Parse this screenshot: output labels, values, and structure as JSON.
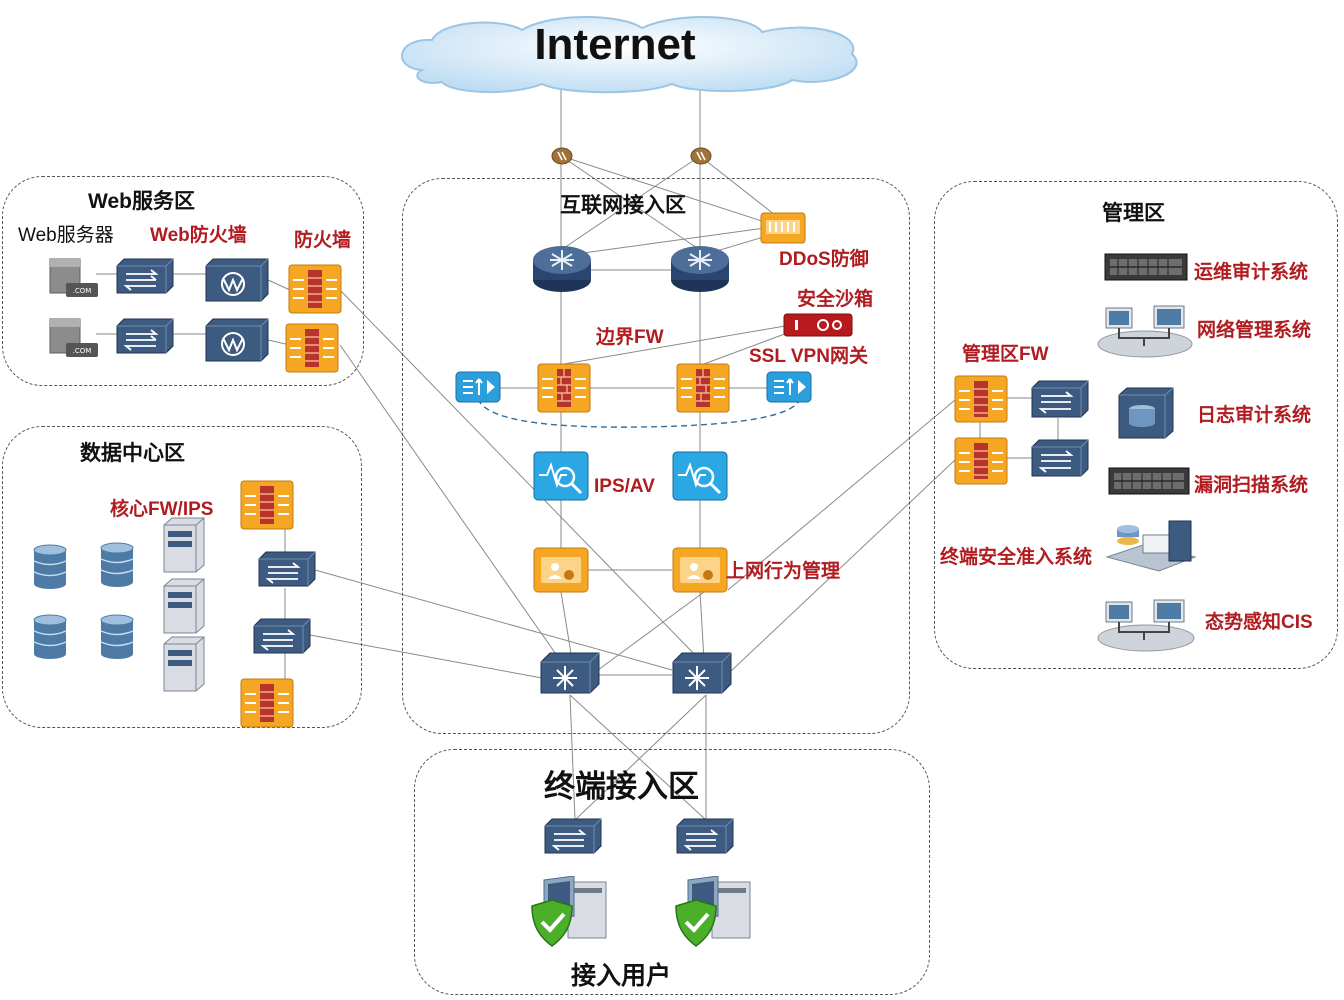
{
  "internet": {
    "label": "Internet"
  },
  "zones": {
    "web": {
      "title": "Web服务区",
      "server_label": "Web服务器",
      "waf_label": "Web防火墙",
      "fw_label": "防火墙",
      "server_badge": ".COM"
    },
    "dc": {
      "title": "数据中心区",
      "fw_ips_label": "核心FW/IPS"
    },
    "access": {
      "title": "互联网接入区",
      "ddos_label": "DDoS防御",
      "sandbox_label": "安全沙箱",
      "sslvpn_label": "SSL VPN网关",
      "border_fw_label": "边界FW",
      "ips_av_label": "IPS/AV",
      "behavior_label": "上网行为管理"
    },
    "mgmt": {
      "title": "管理区",
      "fw_label": "管理区FW",
      "systems": [
        "运维审计系统",
        "网络管理系统",
        "日志审计系统",
        "漏洞扫描系统",
        "终端安全准入系统",
        "态势感知CIS"
      ]
    },
    "terminal": {
      "title": "终端接入区",
      "users_label": "接入用户"
    }
  },
  "colors": {
    "firewall": "#f5a623",
    "switch": "#3d5a80",
    "router": "#2f4a72",
    "ips": "#1ea0e0",
    "label_red": "#b01c20",
    "cloud": "#d6ecfa",
    "shield": "#4caf2a"
  },
  "icons": [
    "cloud-icon",
    "connector-icon",
    "router-icon",
    "switch-icon",
    "core-switch-icon",
    "firewall-icon",
    "waf-icon",
    "ddos-icon",
    "sandbox-icon",
    "load-balancer-icon",
    "ips-icon",
    "behavior-mgmt-icon",
    "web-server-icon",
    "database-icon",
    "server-tower-icon",
    "rack-server-icon",
    "network-mgmt-icon",
    "log-audit-icon",
    "nac-icon",
    "user-pc-icon",
    "shield-check-icon"
  ]
}
